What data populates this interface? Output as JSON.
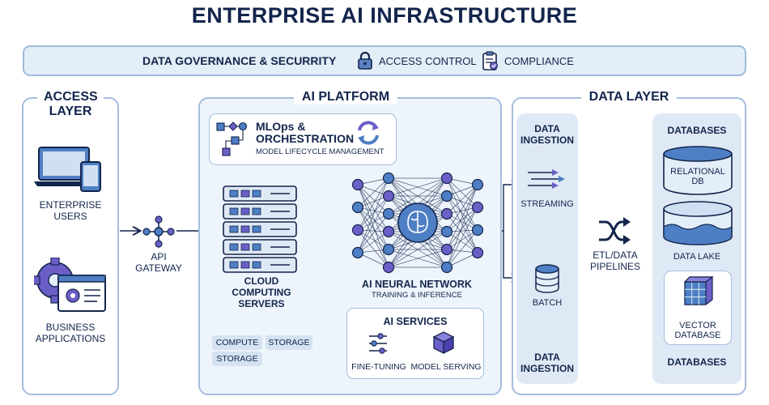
{
  "title": "ENTERPRISE AI INFRASTRUCTURE",
  "governance": {
    "title": "DATA GOVERNANCE & SECURRITY",
    "items": [
      {
        "icon": "lock-icon",
        "label": "ACCESS CONTROL"
      },
      {
        "icon": "clipboard-check-icon",
        "label": "COMPLIANCE"
      }
    ]
  },
  "access_layer": {
    "title_line1": "ACCESS",
    "title_line2": "LAYER",
    "enterprise_users": {
      "line1": "ENTERPRISE",
      "line2": "USERS"
    },
    "business_apps": {
      "line1": "BUSINESS",
      "line2": "APPLICATIONS"
    }
  },
  "api_gateway": {
    "line1": "API",
    "line2": "GATEWAY"
  },
  "ai_platform": {
    "title": "AI PLATFORM",
    "mlops": {
      "line1": "MLOps &",
      "line2": "ORCHESTRATION",
      "sub": "MODEL LIFECYCLE MANAGEMENT"
    },
    "cloud": {
      "line1": "CLOUD",
      "line2": "COMPUTING",
      "line3": "SERVERS",
      "tags": [
        "COMPUTE",
        "STORAGE",
        "STORAGE"
      ]
    },
    "neural": {
      "title": "AI NEURAL NETWORK",
      "sub": "TRAINING & INFERENCE"
    },
    "services": {
      "title": "AI SERVICES",
      "items": [
        "FINE-TUNING",
        "MODEL SERVING"
      ]
    }
  },
  "data_layer": {
    "title": "DATA LAYER",
    "ingestion_top": {
      "line1": "DATA",
      "line2": "INGESTION"
    },
    "streaming": "STREAMING",
    "batch": "BATCH",
    "ingestion_bottom": {
      "line1": "DATA",
      "line2": "INGESTION"
    },
    "etl": {
      "line1": "ETL/DATA",
      "line2": "PIPELINES"
    },
    "databases_top": "DATABASES",
    "relational": {
      "line1": "RELATIONAL",
      "line2": "DB"
    },
    "data_lake": "DATA LAKE",
    "vector": {
      "line1": "VECTOR",
      "line2": "DATABASE"
    },
    "databases_bottom": "DATABASES"
  },
  "colors": {
    "navy": "#13254c",
    "blue": "#3d6fb6",
    "purple": "#6b5fc7",
    "light_blue": "#e4eef8",
    "border": "#a4bedd"
  }
}
